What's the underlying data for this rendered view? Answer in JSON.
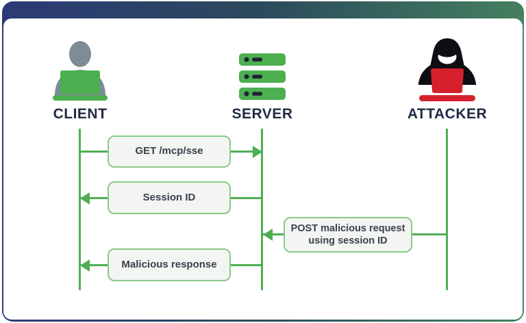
{
  "theme": {
    "gradient_start": "#2b3a76",
    "gradient_end": "#44805f",
    "line_green": "#4fae53",
    "box_border": "#87ca87",
    "box_fill": "#f3f5f3",
    "label_navy": "#1f2a44",
    "client_gray": "#7e8c96",
    "server_green": "#4caf50",
    "attacker_red": "#d7202d"
  },
  "actors": [
    {
      "id": "client",
      "label": "CLIENT",
      "icon": "client-user-laptop-icon"
    },
    {
      "id": "server",
      "label": "SERVER",
      "icon": "server-stack-icon"
    },
    {
      "id": "attacker",
      "label": "ATTACKER",
      "icon": "attacker-hacker-icon"
    }
  ],
  "messages": [
    {
      "index": 1,
      "label": "GET /mcp/sse",
      "from": "CLIENT",
      "to": "SERVER",
      "direction": "right"
    },
    {
      "index": 2,
      "label": "Session ID",
      "from": "SERVER",
      "to": "CLIENT",
      "direction": "left"
    },
    {
      "index": 3,
      "label": "POST malicious request using session ID",
      "from": "ATTACKER",
      "to": "SERVER",
      "direction": "left"
    },
    {
      "index": 4,
      "label": "Malicious response",
      "from": "SERVER",
      "to": "CLIENT",
      "direction": "left"
    }
  ]
}
